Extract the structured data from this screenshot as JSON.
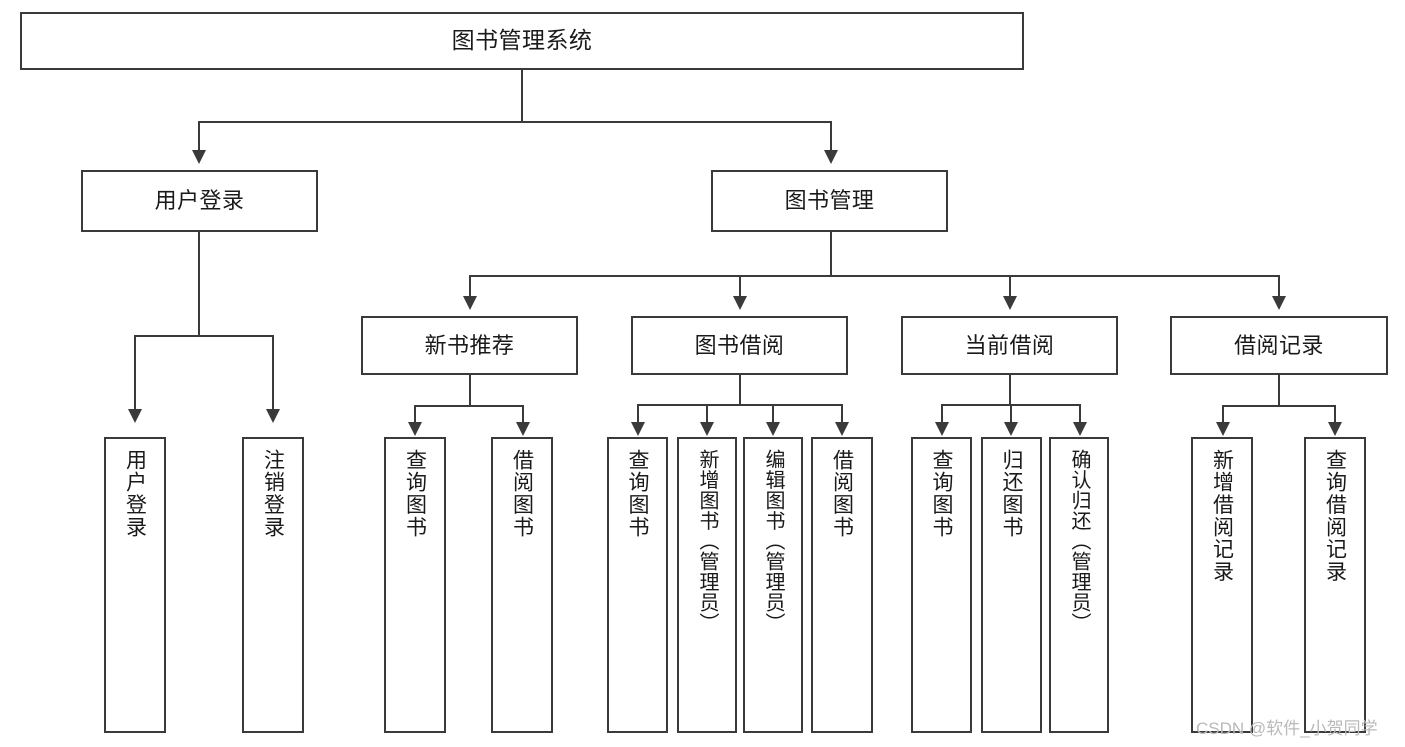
{
  "diagram": {
    "title": "图书管理系统",
    "watermark": "CSDN @软件_小贺同学",
    "line_color": "#3a3a3a",
    "box_fill": "#ffffff",
    "text_color": "#1a1a1a",
    "watermark_color": "#b9b9b9"
  },
  "root": {
    "label": "图书管理系统"
  },
  "level2": [
    {
      "label": "用户登录"
    },
    {
      "label": "图书管理"
    }
  ],
  "level3": [
    {
      "label": "新书推荐"
    },
    {
      "label": "图书借阅"
    },
    {
      "label": "当前借阅"
    },
    {
      "label": "借阅记录"
    }
  ],
  "leaves": {
    "user_login": [
      {
        "label": "用户登录"
      },
      {
        "label": "注销登录"
      }
    ],
    "new_book_recommend": [
      {
        "label": "查询图书"
      },
      {
        "label": "借阅图书"
      }
    ],
    "book_borrow": [
      {
        "label": "查询图书"
      },
      {
        "label": "新增图书（管理员）"
      },
      {
        "label": "编辑图书（管理员）"
      },
      {
        "label": "借阅图书"
      }
    ],
    "current_borrow": [
      {
        "label": "查询图书"
      },
      {
        "label": "归还图书"
      },
      {
        "label": "确认归还（管理员）"
      }
    ],
    "borrow_record": [
      {
        "label": "新增借阅记录"
      },
      {
        "label": "查询借阅记录"
      }
    ]
  }
}
